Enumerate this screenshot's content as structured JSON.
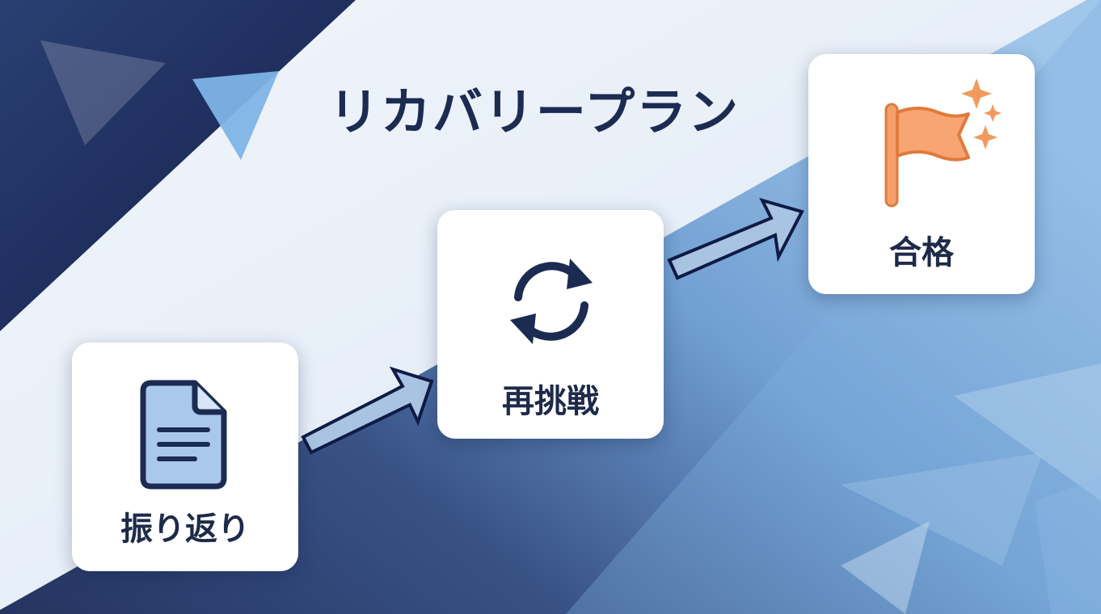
{
  "title": "リカバリープラン",
  "steps": [
    {
      "label": "振り返り",
      "icon": "document-icon"
    },
    {
      "label": "再挑戦",
      "icon": "refresh-icon"
    },
    {
      "label": "合格",
      "icon": "flag-icon"
    }
  ],
  "colors": {
    "navy": "#1c2b52",
    "light_blue": "#7fb2e2",
    "arrow_fill": "#a9c4e2",
    "flag_orange": "#f49a62",
    "card": "#ffffff"
  }
}
